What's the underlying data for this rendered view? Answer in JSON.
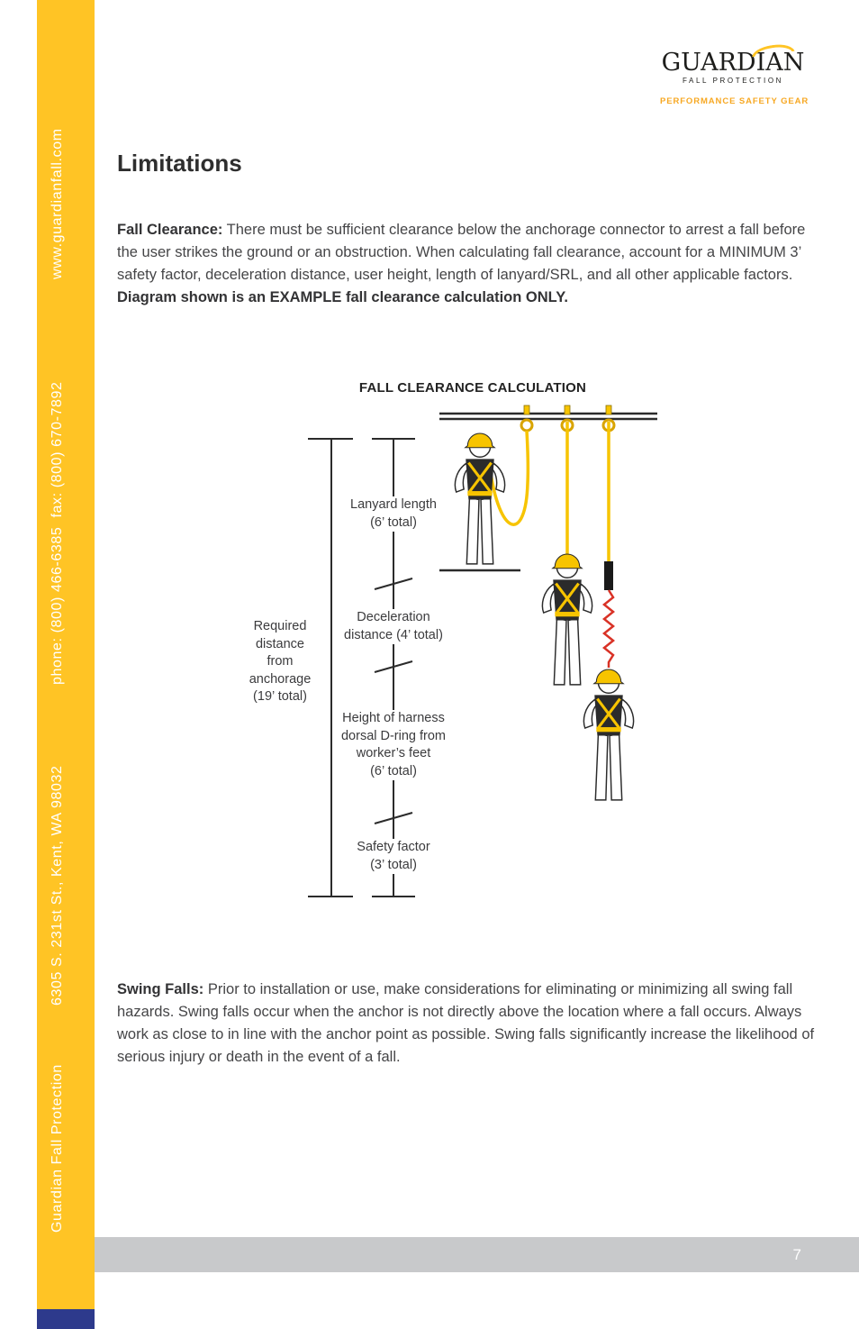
{
  "page": {
    "number": "7"
  },
  "sidebar": {
    "lines": [
      {
        "text": "Guardian Fall Protection"
      },
      {
        "text": "6305 S. 231st St., Kent, WA 98032"
      },
      {
        "text": "phone: (800) 466-6385  fax: (800) 670-7892"
      },
      {
        "text": "www.guardianfall.com"
      }
    ]
  },
  "logo": {
    "name": "GUARDIAN",
    "sub": "FALL PROTECTION",
    "tagline": "PERFORMANCE SAFETY GEAR"
  },
  "title": "Limitations",
  "fall_clearance": {
    "label": "Fall Clearance:",
    "text": " There must be sufficient clearance below the anchorage connector to arrest a fall before the user strikes the ground or an obstruction. When calculating fall clearance, account for a MINIMUM 3’ safety factor, deceleration distance, user height, length of lanyard/SRL, and all other applicable factors. ",
    "bold_end": "Diagram shown is an EXAMPLE fall clearance calculation ONLY."
  },
  "diagram": {
    "title": "FALL CLEARANCE CALCULATION",
    "labels": {
      "lanyard": "Lanyard length\n(6’ total)",
      "required": "Required\ndistance\nfrom\nanchorage\n(19’ total)",
      "deceleration": "Deceleration\ndistance (4’ total)",
      "dring": "Height of harness\ndorsal D-ring from\nworker’s feet\n(6’ total)",
      "safety": "Safety factor\n(3’ total)"
    }
  },
  "swing_falls": {
    "label": "Swing Falls:",
    "text": " Prior to installation or use, make considerations for eliminating or minimizing all swing fall hazards. Swing falls occur when the anchor is not directly above the location where a fall occurs. Always work as close to in line with the anchor point as possible. Swing falls significantly increase the likelihood of serious injury or death in the event of a fall."
  }
}
